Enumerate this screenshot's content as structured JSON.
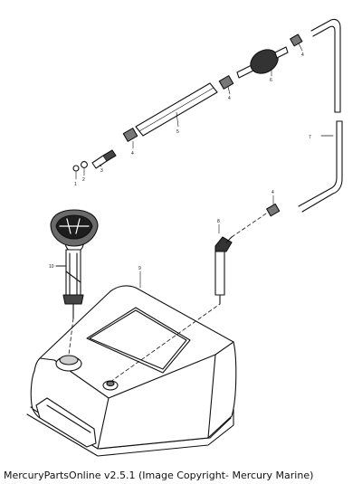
{
  "diagram": {
    "callouts": [
      "1",
      "2",
      "3",
      "4",
      "5",
      "4",
      "6",
      "4",
      "7",
      "4",
      "8",
      "9",
      "10"
    ]
  },
  "caption": "MercuryPartsOnline v2.5.1 (Image Copyright- Mercury Marine)"
}
